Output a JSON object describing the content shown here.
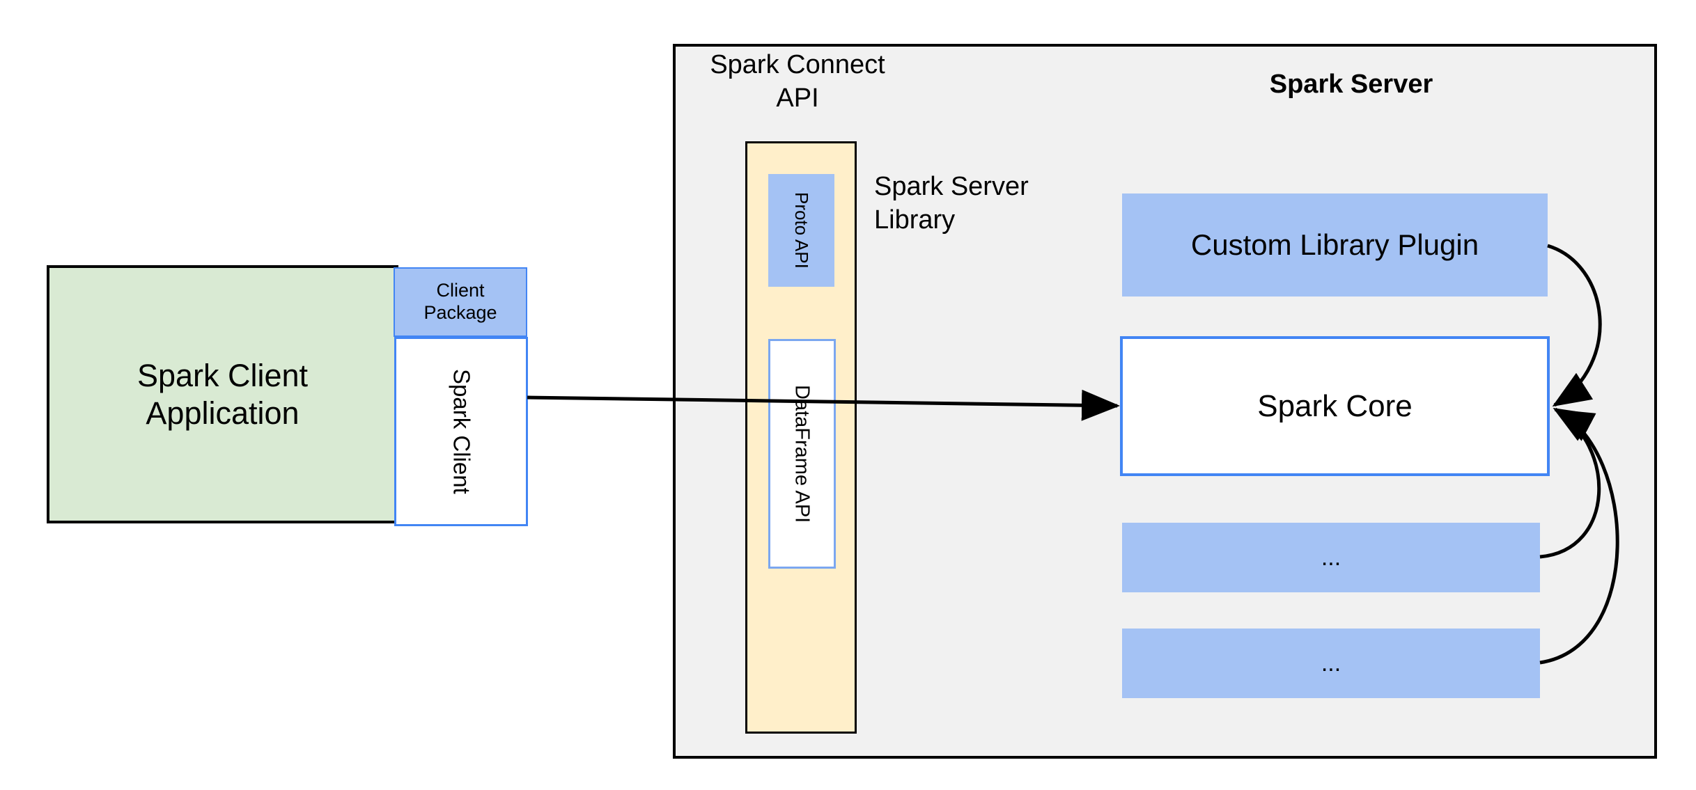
{
  "diagram": {
    "title": "Spark Connect architecture",
    "background": "#FFFFFF"
  },
  "colors": {
    "green_fill": "#D9EAD3",
    "blue_fill": "#A4C2F4",
    "blue_border": "#4285F4",
    "yellow_fill": "#FFEFCA",
    "gray_fill": "#F1F1F1",
    "white_fill": "#FFFFFF",
    "line": "#000000"
  },
  "client_side": {
    "application": {
      "label": "Spark Client\nApplication"
    },
    "client_package": {
      "label": "Client\nPackage"
    },
    "spark_client": {
      "label": "Spark Client",
      "orientation": "vertical"
    }
  },
  "server_side": {
    "container_title": "Spark Server",
    "spark_connect_api_label": "Spark Connect\nAPI",
    "spark_server_library_label": "Spark Server\nLibrary",
    "library_stack": [
      {
        "name": "proto-api",
        "label": "Proto API",
        "orientation": "vertical",
        "fill": "#A4C2F4"
      },
      {
        "name": "dataframe-api",
        "label": "DataFrame API",
        "orientation": "vertical",
        "fill": "#FFFFFF"
      }
    ],
    "modules": [
      {
        "name": "custom-library-plugin",
        "label": "Custom Library Plugin",
        "fill": "#A4C2F4"
      },
      {
        "name": "spark-core",
        "label": "Spark Core",
        "fill": "#FFFFFF"
      },
      {
        "name": "module-ellipsis-1",
        "label": "...",
        "fill": "#A4C2F4"
      },
      {
        "name": "module-ellipsis-2",
        "label": "...",
        "fill": "#A4C2F4"
      }
    ]
  },
  "connectors": [
    {
      "name": "client-to-server-arrow",
      "from": "spark-client",
      "to": "spark-core",
      "style": "straight-arrow"
    },
    {
      "name": "plugin-to-core-arrow",
      "from": "custom-library-plugin",
      "to": "spark-core",
      "style": "curved-arrow"
    },
    {
      "name": "ellipsis1-to-core-arrow",
      "from": "module-ellipsis-1",
      "to": "spark-core",
      "style": "curved-arrow"
    },
    {
      "name": "ellipsis2-to-core-arrow",
      "from": "module-ellipsis-2",
      "to": "spark-core",
      "style": "curved-arrow"
    }
  ]
}
